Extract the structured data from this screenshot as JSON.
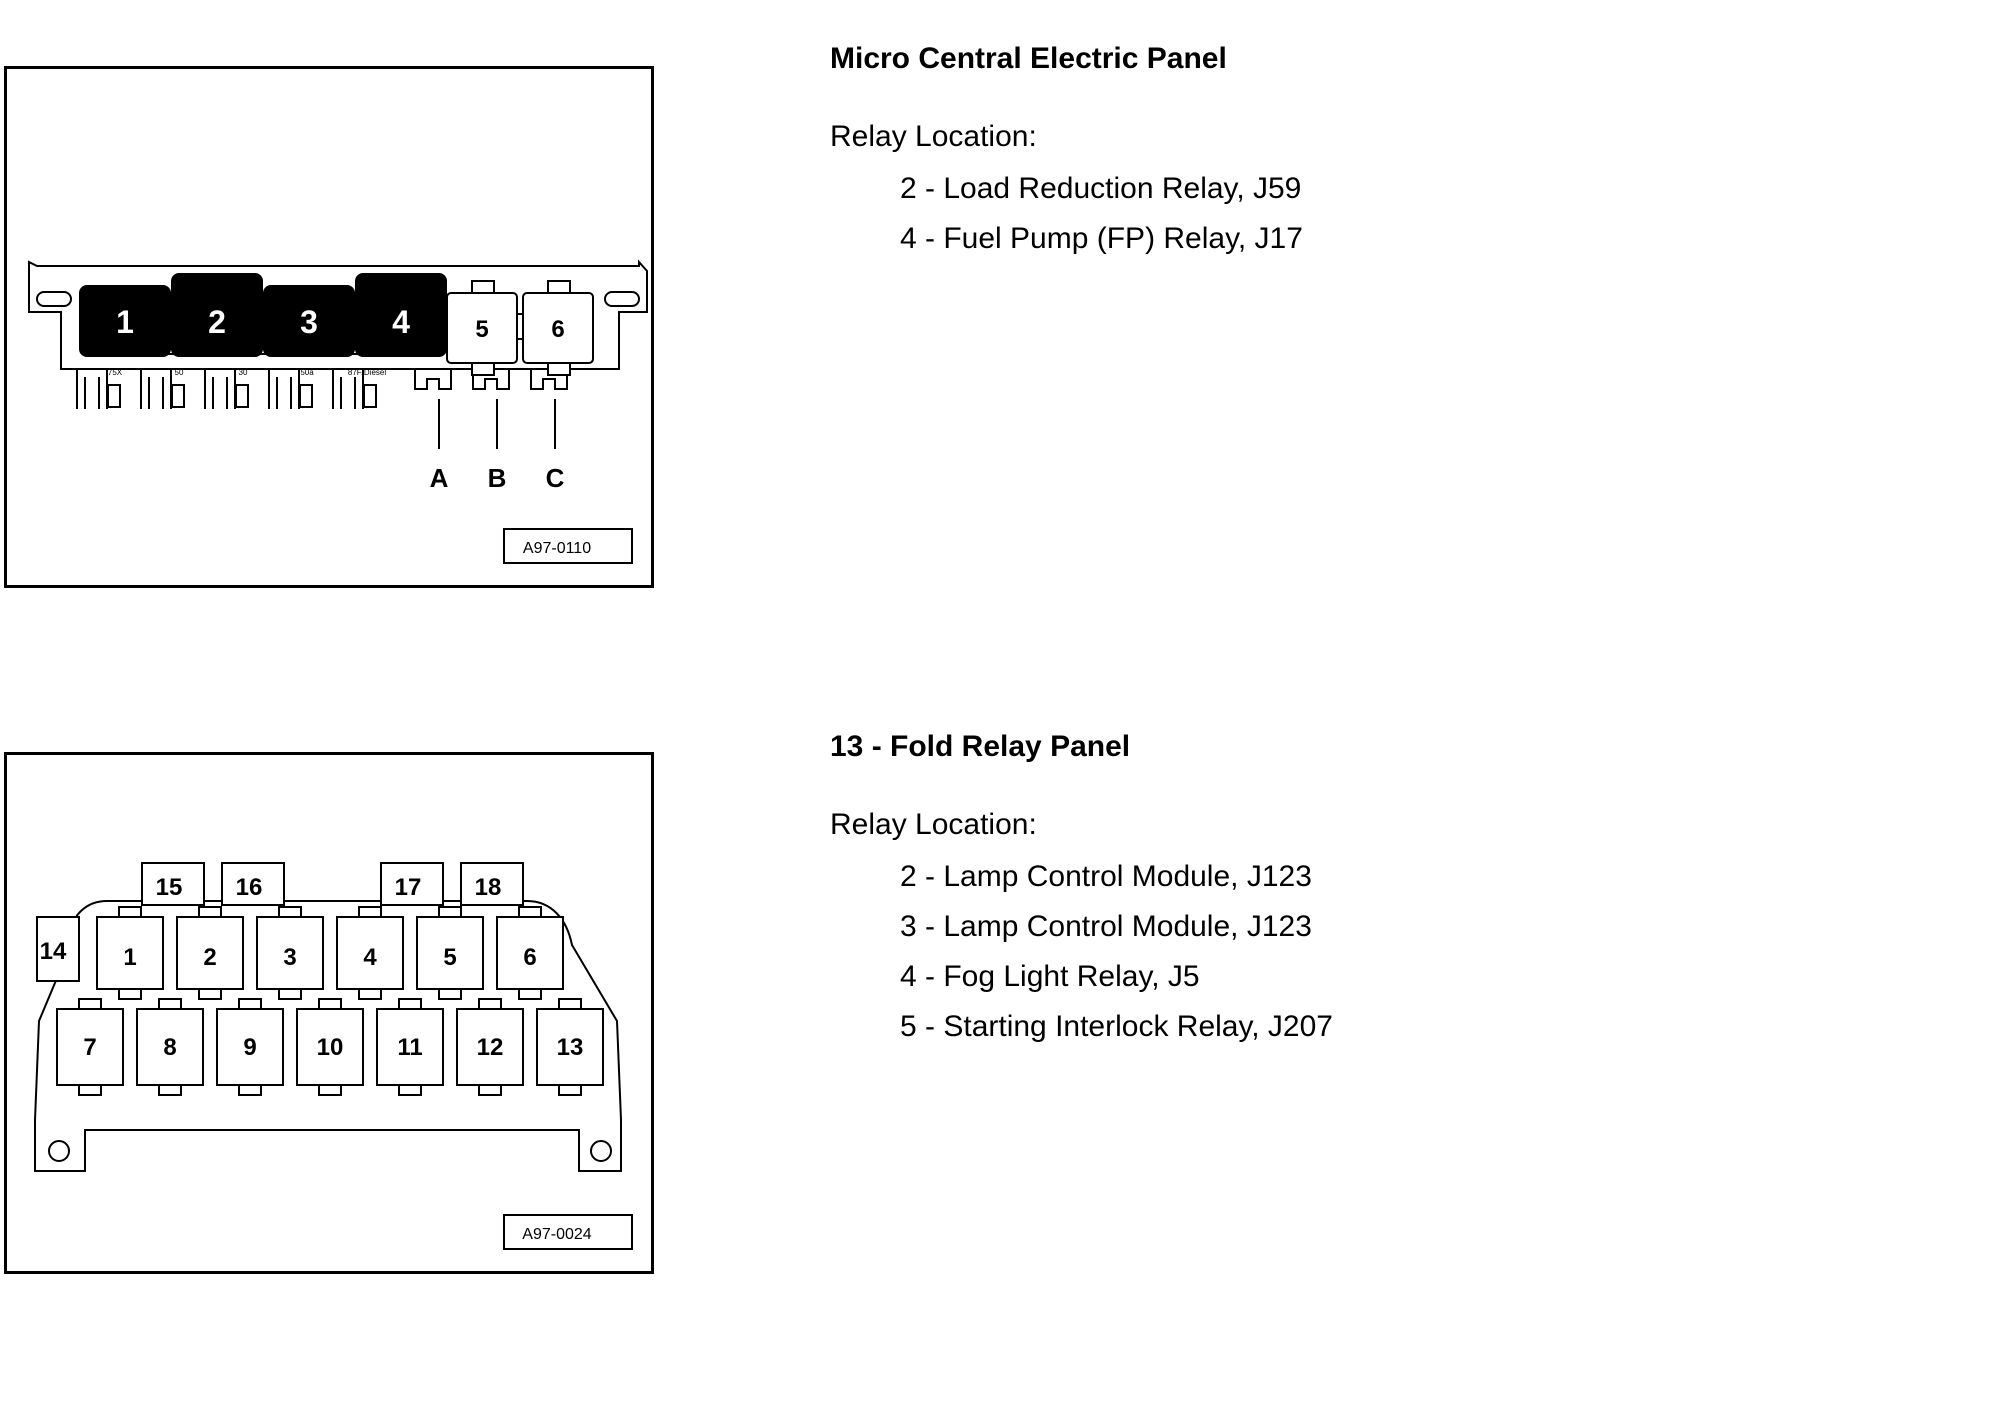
{
  "micro_panel": {
    "title": "Micro Central Electric Panel",
    "relay_location_label": "Relay Location:",
    "items": [
      "2 - Load Reduction Relay, J59",
      "4 - Fuel Pump (FP) Relay, J17"
    ],
    "figure_id": "A97-0110",
    "relays_large": [
      "1",
      "2",
      "3",
      "4"
    ],
    "relays_small": [
      "5",
      "6"
    ],
    "terminal_labels": [
      "75X",
      "50",
      "30",
      "50a",
      "87F/Diesel"
    ],
    "callouts": [
      "A",
      "B",
      "C"
    ]
  },
  "fold_panel": {
    "title": "13 - Fold Relay Panel",
    "relay_location_label": "Relay Location:",
    "items": [
      "2 - Lamp Control Module, J123",
      "3 - Lamp Control Module, J123",
      "4 - Fog Light Relay, J5",
      "5 - Starting Interlock Relay, J207"
    ],
    "figure_id": "A97-0024",
    "top_row": [
      "1",
      "2",
      "3",
      "4",
      "5",
      "6"
    ],
    "bottom_row": [
      "7",
      "8",
      "9",
      "10",
      "11",
      "12",
      "13"
    ],
    "side_relays": [
      "14",
      "15",
      "16",
      "17",
      "18"
    ]
  }
}
